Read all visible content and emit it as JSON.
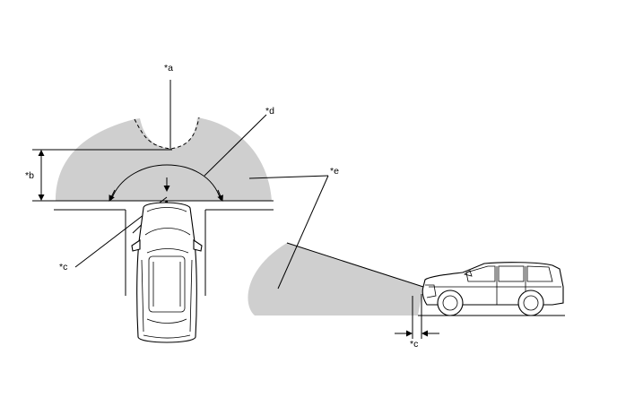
{
  "labels": {
    "a": "*a",
    "b": "*b",
    "c_left": "*c",
    "d": "*d",
    "e": "*e",
    "c_right": "*c"
  },
  "colors": {
    "detection_area": "#cfcfcf",
    "line": "#000000"
  }
}
